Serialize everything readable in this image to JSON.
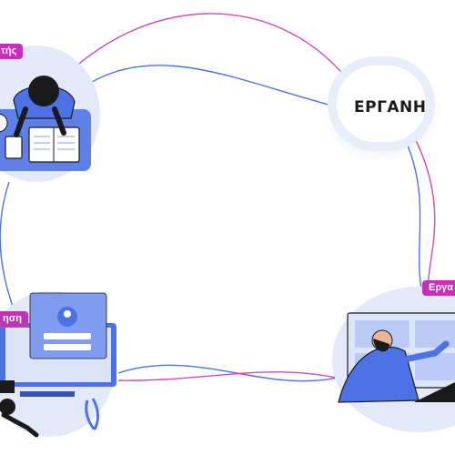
{
  "labels": {
    "top_left": "τής",
    "bottom_left": "ηση",
    "right": "Εργα"
  },
  "logo": {
    "text": "ΕΡΓΑΝΗ",
    "accent_color": "#c0392b"
  },
  "colors": {
    "blue_line": "#4a73e0",
    "magenta_line": "#d44ab7",
    "tag_bg": "#c62fb8",
    "blob": "#e3e9f8",
    "accent_blue": "#4d72e3"
  }
}
